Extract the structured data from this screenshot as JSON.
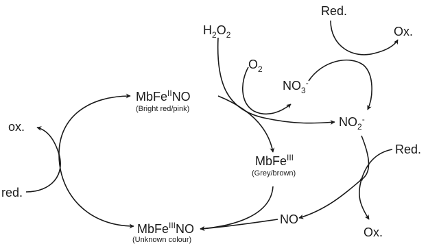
{
  "species": {
    "mbfe2no": {
      "base": "MbFe",
      "ox_state": "II",
      "suffix": "NO",
      "note": "(Bright red/pink)"
    },
    "mbfe3": {
      "base": "MbFe",
      "ox_state": "III",
      "note": "(Grey/brown)"
    },
    "mbfe3no": {
      "base": "MbFe",
      "ox_state": "III",
      "suffix": "NO",
      "note": "(Unknown colour)"
    },
    "h2o2": {
      "a": "H",
      "a_sub": "2",
      "b": "O",
      "b_sub": "2"
    },
    "o2": {
      "a": "O",
      "a_sub": "2"
    },
    "no3": {
      "a": "NO",
      "a_sub": "3",
      "charge": "-"
    },
    "no2": {
      "a": "NO",
      "a_sub": "2",
      "charge": "-"
    },
    "no": "NO"
  },
  "reagents": {
    "ox_left": "ox.",
    "red_left": "red.",
    "red_top": "Red.",
    "ox_top": "Ox.",
    "red_right": "Red.",
    "ox_bottom": "Ox."
  },
  "colors": {
    "ink": "#1a1a1a",
    "background": "#ffffff"
  }
}
